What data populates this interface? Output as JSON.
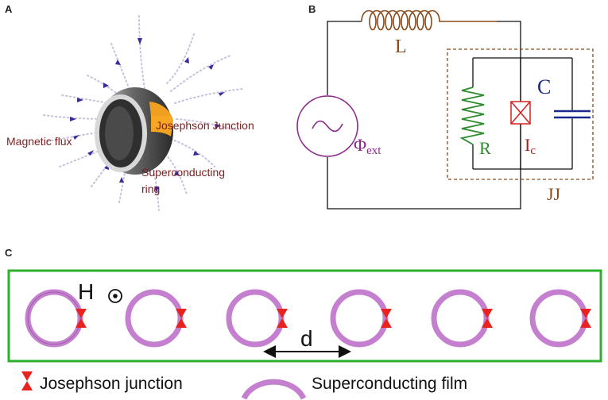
{
  "panels": {
    "a": "A",
    "b": "B",
    "c": "C"
  },
  "panel_a": {
    "magnetic_flux": "Magnetic flux",
    "josephson_junction": "Josephson Junction",
    "superconducting_line1": "Superconducting",
    "superconducting_line2": "ring"
  },
  "panel_b": {
    "inductor": "L",
    "capacitor": "C",
    "resistor": "R",
    "current_main": "I",
    "current_sub": "c",
    "flux_main": "Φ",
    "flux_sub": "ext",
    "junction_box": "JJ"
  },
  "panel_c": {
    "field": "H",
    "spacing": "d",
    "legend_junction": "Josephson junction",
    "legend_film": "Superconducting film"
  },
  "colors": {
    "ring_purple": "#c47fce",
    "junction_red": "#e8231f",
    "frame_green": "#2cb02c",
    "wire": "#111111",
    "inductor_brown": "#8a4a1a",
    "resistor_green": "#2e8b2e",
    "capacitor_blue": "#1a2a8a",
    "source_purple": "#8a2a8a",
    "dashed_brown": "#8a4a1a"
  }
}
